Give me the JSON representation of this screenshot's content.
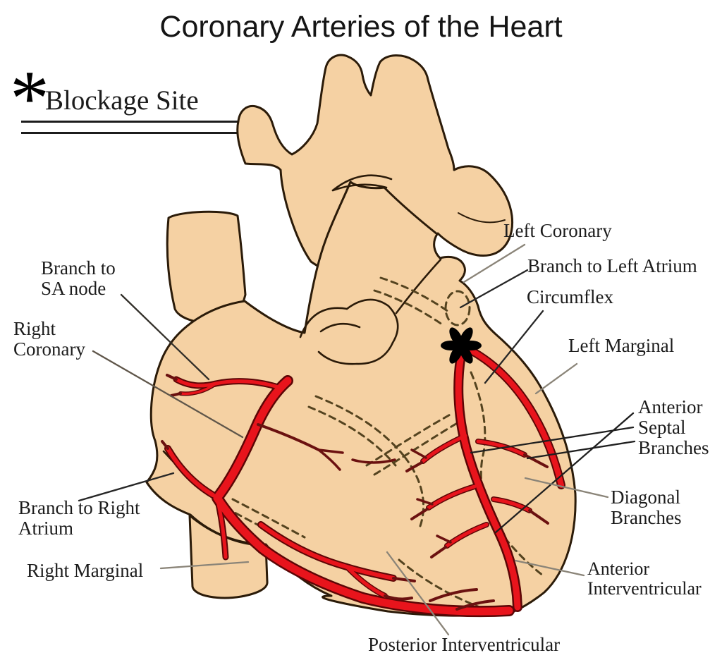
{
  "title": "Coronary Arteries of the Heart",
  "legend": {
    "symbol": "*",
    "label": "Blockage Site"
  },
  "marker": {
    "icon": "asterisk-blockage-marker",
    "meaning": "Blockage Site"
  },
  "labels": {
    "branch_to_sa_node": "Branch to SA node",
    "right_coronary": "Right Coronary",
    "branch_to_right_atrium": "Branch to Right Atrium",
    "right_marginal": "Right Marginal",
    "posterior_interventricular": "Posterior Interventricular",
    "left_coronary": "Left Coronary",
    "branch_to_left_atrium": "Branch to Left Atrium",
    "circumflex": "Circumflex",
    "left_marginal": "Left Marginal",
    "anterior_septal_branches": "Anterior Septal Branches",
    "diagonal_branches": "Diagonal Branches",
    "anterior_interventricular": "Anterior Interventricular"
  },
  "colors": {
    "heart_fill": "#f5d1a3",
    "outline": "#2b1b09",
    "artery_red": "#e8141c",
    "artery_dark_edge": "#5c0606",
    "twig_dark": "#6b1110",
    "dashed_groove": "#54431f",
    "text": "#1c1c1c",
    "marker": "#000000",
    "background": "#ffffff"
  }
}
